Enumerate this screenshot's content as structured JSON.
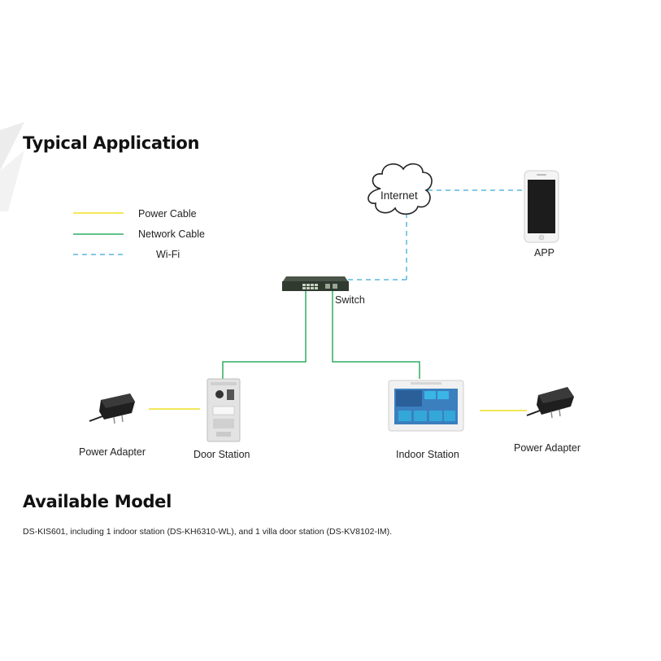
{
  "sections": {
    "typical_application_title": "Typical Application",
    "available_model_title": "Available Model",
    "available_model_text": "DS-KIS601, including 1 indoor station (DS-KH6310-WL), and 1 villa door station (DS-KV8102-IM)."
  },
  "legend": {
    "items": [
      {
        "label": "Power Cable",
        "color": "#f2e85a",
        "style": "solid"
      },
      {
        "label": "Network Cable",
        "color": "#2fae62",
        "style": "solid"
      },
      {
        "label": "Wi-Fi",
        "color": "#5ab8de",
        "style": "dashed"
      }
    ]
  },
  "nodes": {
    "internet": "Internet",
    "app": "APP",
    "switch": "Switch",
    "door_station": "Door Station",
    "indoor_station": "Indoor Station",
    "power_adapter_left": "Power Adapter",
    "power_adapter_right": "Power Adapter"
  },
  "colors": {
    "power": "#f2e85a",
    "network": "#2fae62",
    "wifi": "#5ab8de"
  }
}
